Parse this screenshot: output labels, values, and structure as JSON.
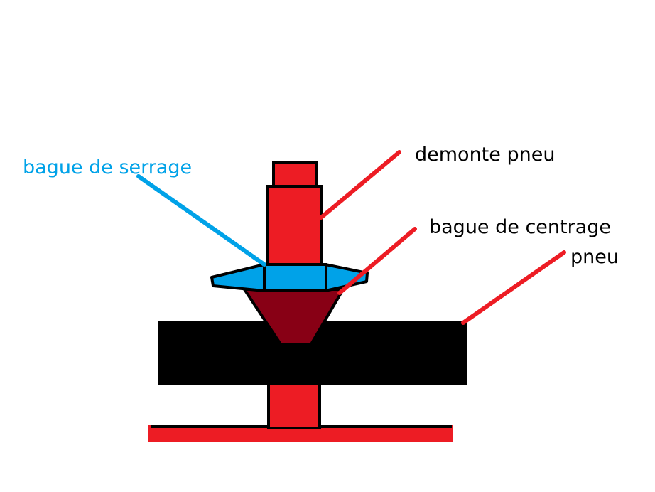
{
  "labels": {
    "bague_de_serrage": "bague de serrage",
    "demonte_pneu": "demonte pneu",
    "bague_de_centrage": "bague de centrage",
    "pneu": "pneu"
  },
  "colors": {
    "red": "#ed1c24",
    "blue": "#00a2e8",
    "dark_red": "#880015",
    "black": "#000000",
    "white": "#ffffff"
  }
}
